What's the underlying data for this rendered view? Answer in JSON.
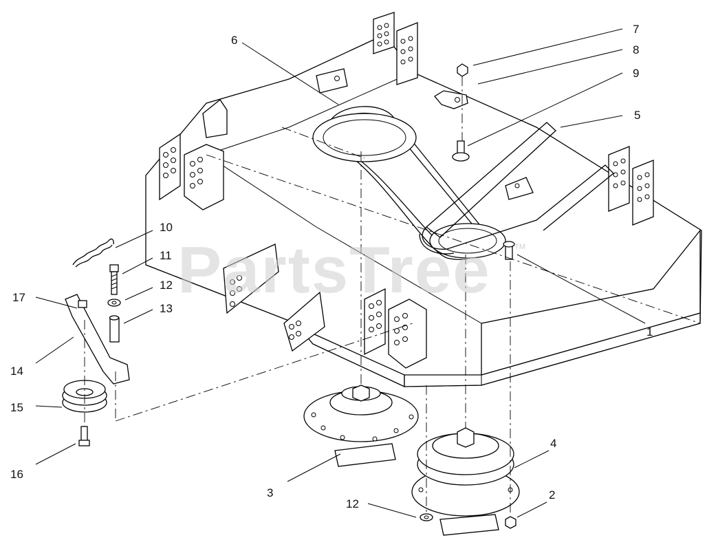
{
  "watermark": {
    "text": "PartsTree",
    "trademark": "TM"
  },
  "callouts": [
    {
      "num": "1"
    },
    {
      "num": "2"
    },
    {
      "num": "3"
    },
    {
      "num": "4"
    },
    {
      "num": "5"
    },
    {
      "num": "6"
    },
    {
      "num": "7"
    },
    {
      "num": "8"
    },
    {
      "num": "9"
    },
    {
      "num": "10"
    },
    {
      "num": "11"
    },
    {
      "num": "12"
    },
    {
      "num": "13"
    },
    {
      "num": "14"
    },
    {
      "num": "15"
    },
    {
      "num": "16"
    },
    {
      "num": "17"
    },
    {
      "num": "12"
    }
  ]
}
